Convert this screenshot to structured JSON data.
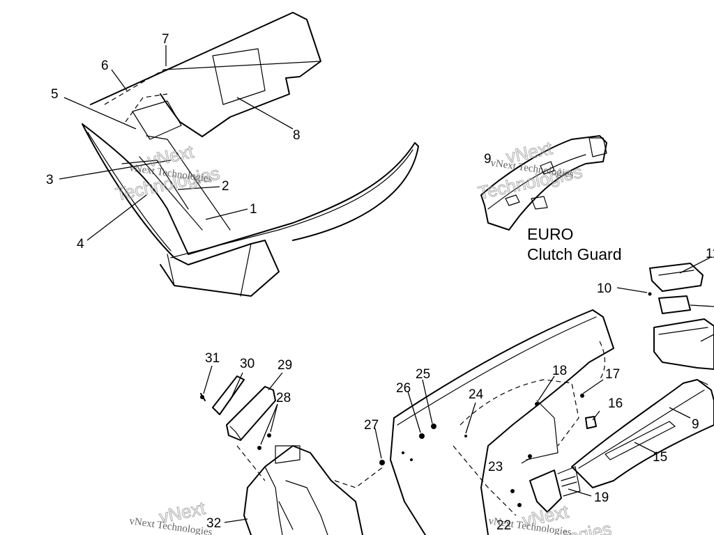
{
  "diagram": {
    "section_title_line1": "EURO",
    "section_title_line2": "Clutch Guard",
    "watermark_text_small": "vNext Technologies",
    "watermark_text_large_1": "vNext",
    "watermark_text_large_2": "Technologies",
    "callouts": [
      {
        "id": "c1",
        "label": "1"
      },
      {
        "id": "c2",
        "label": "2"
      },
      {
        "id": "c3",
        "label": "3"
      },
      {
        "id": "c4",
        "label": "4"
      },
      {
        "id": "c5",
        "label": "5"
      },
      {
        "id": "c6",
        "label": "6"
      },
      {
        "id": "c7",
        "label": "7"
      },
      {
        "id": "c8",
        "label": "8"
      },
      {
        "id": "c9a",
        "label": "9"
      },
      {
        "id": "c9b",
        "label": "9"
      },
      {
        "id": "c10",
        "label": "10"
      },
      {
        "id": "c11",
        "label": "11"
      },
      {
        "id": "c15",
        "label": "15"
      },
      {
        "id": "c16",
        "label": "16"
      },
      {
        "id": "c17",
        "label": "17"
      },
      {
        "id": "c18",
        "label": "18"
      },
      {
        "id": "c19",
        "label": "19"
      },
      {
        "id": "c22",
        "label": "22"
      },
      {
        "id": "c23",
        "label": "23"
      },
      {
        "id": "c24",
        "label": "24"
      },
      {
        "id": "c25",
        "label": "25"
      },
      {
        "id": "c26",
        "label": "26"
      },
      {
        "id": "c27",
        "label": "27"
      },
      {
        "id": "c28",
        "label": "28"
      },
      {
        "id": "c29",
        "label": "29"
      },
      {
        "id": "c30",
        "label": "30"
      },
      {
        "id": "c31",
        "label": "31"
      },
      {
        "id": "c32",
        "label": "32"
      }
    ]
  }
}
